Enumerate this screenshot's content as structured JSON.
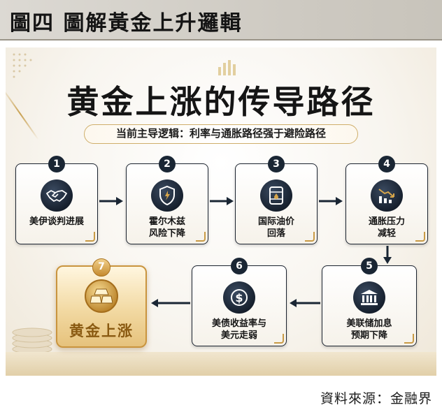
{
  "header": {
    "title": "圖四  圖解黃金上升邏輯"
  },
  "infographic": {
    "title": "黄金上涨的传导路径",
    "subtitle": "当前主导逻辑：利率与通胀路径强于避险路径",
    "steps": [
      {
        "number": "1",
        "line1": "美伊谈判进展",
        "line2": "",
        "icon": "handshake-icon"
      },
      {
        "number": "2",
        "line1": "霍尔木兹",
        "line2": "风险下降",
        "icon": "shield-icon"
      },
      {
        "number": "3",
        "line1": "国际油价",
        "line2": "回落",
        "icon": "oil-barrel-icon"
      },
      {
        "number": "4",
        "line1": "通胀压力",
        "line2": "减轻",
        "icon": "chart-down-icon"
      },
      {
        "number": "5",
        "line1": "美联储加息",
        "line2": "预期下降",
        "icon": "bank-icon"
      },
      {
        "number": "6",
        "line1": "美债收益率与",
        "line2": "美元走弱",
        "icon": "dollar-icon"
      },
      {
        "number": "7",
        "line1": "黄金上涨",
        "line2": "",
        "icon": "gold-bars-icon"
      }
    ]
  },
  "source": "資料來源：金融界",
  "colors": {
    "navy": "#1a2634",
    "gold": "#c9943e",
    "gold_text": "#8a5a12"
  }
}
